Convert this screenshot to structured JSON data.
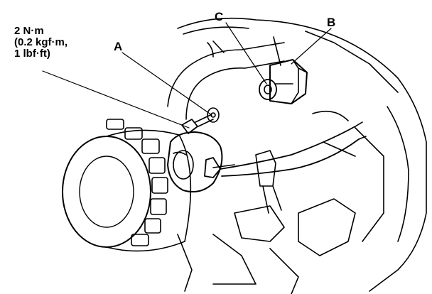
{
  "callouts": {
    "a": "A",
    "b": "B",
    "c": "C"
  },
  "torque_spec": {
    "line1": "2 N·m",
    "line2": "(0.2 kgf·m,",
    "line3": "1 lbf·ft)"
  },
  "colors": {
    "ink": "#000000",
    "paper": "#ffffff"
  }
}
